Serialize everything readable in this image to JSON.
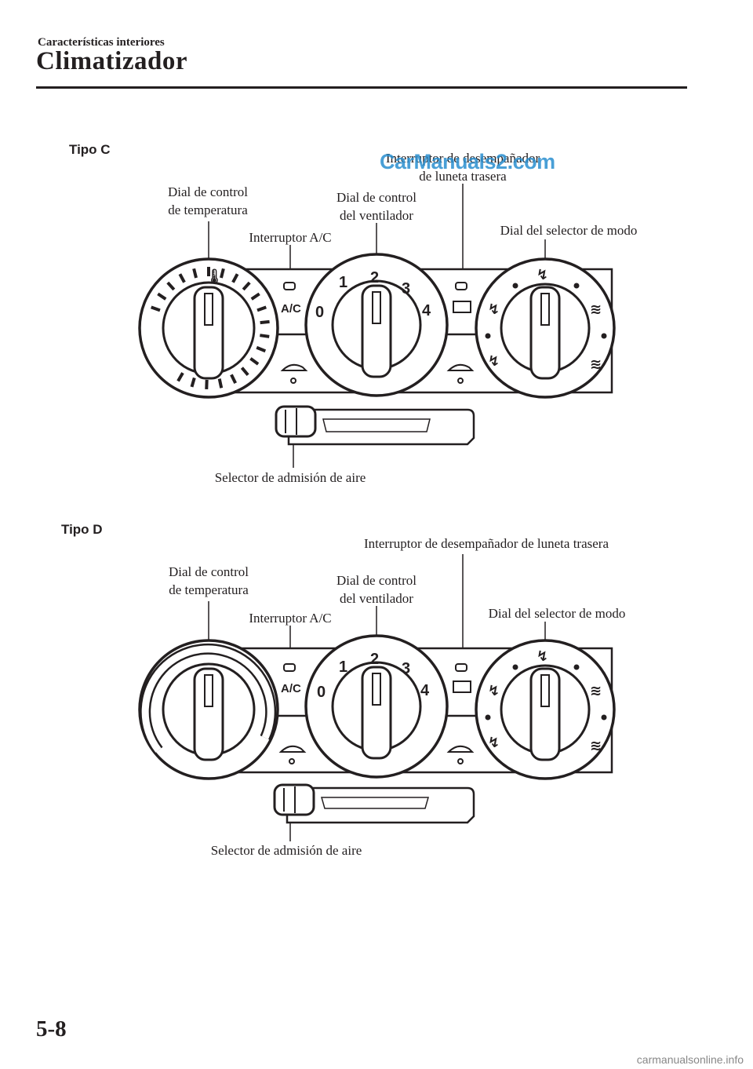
{
  "header": {
    "section": "Características interiores",
    "title": "Climatizador"
  },
  "diagrams": [
    {
      "type_label": "Tipo C",
      "labels": {
        "temp_dial": "Dial de control\nde temperatura",
        "ac_switch": "Interruptor A/C",
        "fan_dial": "Dial de control\ndel ventilador",
        "rear_defrost": "Interruptor de desempañador\nde luneta trasera",
        "mode_dial": "Dial del selector de modo",
        "air_intake": "Selector de admisión de aire"
      },
      "panel_text": {
        "ac": "A/C",
        "fan_speeds": [
          "0",
          "1",
          "2",
          "3",
          "4"
        ]
      }
    },
    {
      "type_label": "Tipo D",
      "labels": {
        "temp_dial": "Dial de control\nde temperatura",
        "ac_switch": "Interruptor A/C",
        "fan_dial": "Dial de control\ndel ventilador",
        "rear_defrost": "Interruptor de desempañador de luneta trasera",
        "mode_dial": "Dial del selector de modo",
        "air_intake": "Selector de admisión de aire"
      },
      "panel_text": {
        "ac": "A/C",
        "fan_speeds": [
          "0",
          "1",
          "2",
          "3",
          "4"
        ]
      }
    }
  ],
  "watermark": "CarManuals2.com",
  "page_number": "5-8",
  "footer": "carmanualsonline.info"
}
